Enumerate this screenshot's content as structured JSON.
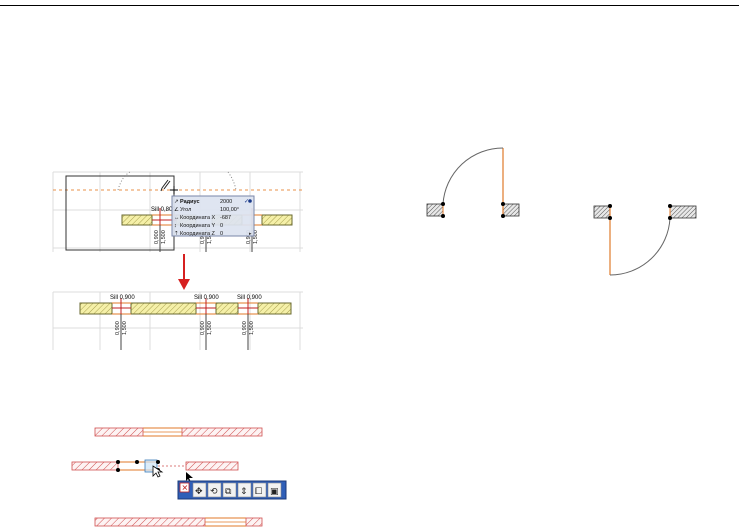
{
  "tracker": {
    "rows": [
      {
        "icon": "radius-icon",
        "label": "Радиус",
        "value": "2000"
      },
      {
        "icon": "angle-icon",
        "label": "Угол",
        "value": "100,00°"
      },
      {
        "icon": "coord-x-icon",
        "label": "Координата X",
        "value": "-687"
      },
      {
        "icon": "coord-y-icon",
        "label": "Координата Y",
        "value": "0"
      },
      {
        "icon": "coord-z-icon",
        "label": "Координата Z",
        "value": "0"
      }
    ]
  },
  "plan_top": {
    "sill_label": "Sill 0,800",
    "dims": [
      "0,900",
      "1,500",
      "0,900",
      "1,500",
      "0,900",
      "1,500"
    ]
  },
  "plan_bottom": {
    "sill_labels": [
      "Sill 0,900",
      "Sill 0,900",
      "Sill 0,900"
    ],
    "dims": [
      "0,900",
      "1,500",
      "0,900",
      "1,500",
      "0,900",
      "1,500"
    ]
  },
  "palette": {
    "buttons": [
      "close-icon",
      "move-icon",
      "rotate-icon",
      "mirror-icon",
      "elevate-icon",
      "multiply-icon",
      "settings-icon"
    ]
  },
  "colors": {
    "wall_fill": "#f5f0a8",
    "wall_line": "#6a6a30",
    "opening": "#e07a2a",
    "red_hatch": "#d05050",
    "arrow": "#d62020",
    "grid": "#d8d8d8",
    "guide": "#e8904a",
    "palette_bg": "#2f5fb8"
  }
}
